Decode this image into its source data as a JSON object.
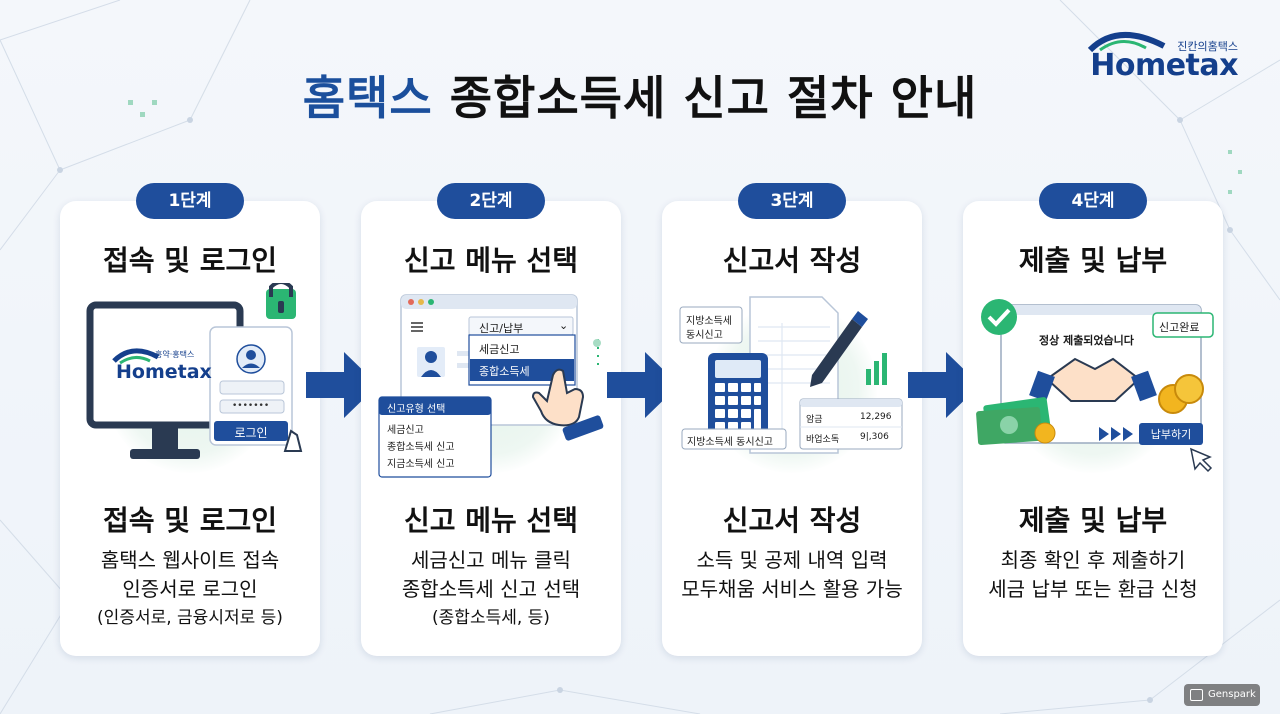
{
  "brand": {
    "sub": "진칸의홈택스",
    "name": "Hometax"
  },
  "title": {
    "highlight": "홈택스",
    "rest": "종합소득세 신고 절차 안내"
  },
  "steps": [
    {
      "badge": "1단계",
      "title": "접속 및 로그인",
      "sub_title": "접속 및 로그인",
      "desc": [
        "홈택스 웹사이트 접속",
        "인증서로 로그인",
        "(인증서로, 금융시저로 등)"
      ],
      "illus": {
        "logo_sub": "홍약·홍택스",
        "logo": "Hometax",
        "login_button": "로그인",
        "password": "•••••••"
      }
    },
    {
      "badge": "2단계",
      "title": "신고 메뉴 선택",
      "sub_title": "신고 메뉴 선택",
      "desc": [
        "세금신고 메뉴 클릭",
        "종합소득세 신고 선택",
        "(종합소득세, 등)"
      ],
      "illus": {
        "menu_header": "신고/납부",
        "menu_items": [
          "세금신고",
          "종합소득세"
        ],
        "type_header": "신고유형 선택",
        "type_items": [
          "세금신고",
          "종합소득세 신고",
          "지금소득세 신고"
        ]
      }
    },
    {
      "badge": "3단계",
      "title": "신고서 작성",
      "sub_title": "신고서 작성",
      "desc": [
        "소득 및 공제 내역 입력",
        "모두채움 서비스 활용 가능"
      ],
      "illus": {
        "note_top": [
          "지방소득세",
          "동시신고"
        ],
        "note_bottom": "지방소득세 동시신고",
        "table": [
          {
            "label": "암금",
            "value": "12,296"
          },
          {
            "label": "바업소독",
            "value": "9|,306"
          }
        ]
      }
    },
    {
      "badge": "4단계",
      "title": "제출 및 납부",
      "sub_title": "제출 및 납부",
      "desc": [
        "최종 확인 후 제출하기",
        "세금 납부 또는 환급 신청"
      ],
      "illus": {
        "message": "정상 제출되었습니다",
        "tag": "신고완료",
        "pay_button": "납부하기"
      }
    }
  ],
  "watermark": "Genspark",
  "colors": {
    "primary": "#1f4e9c",
    "accent": "#2bb673",
    "background": "#f1f5fa"
  }
}
